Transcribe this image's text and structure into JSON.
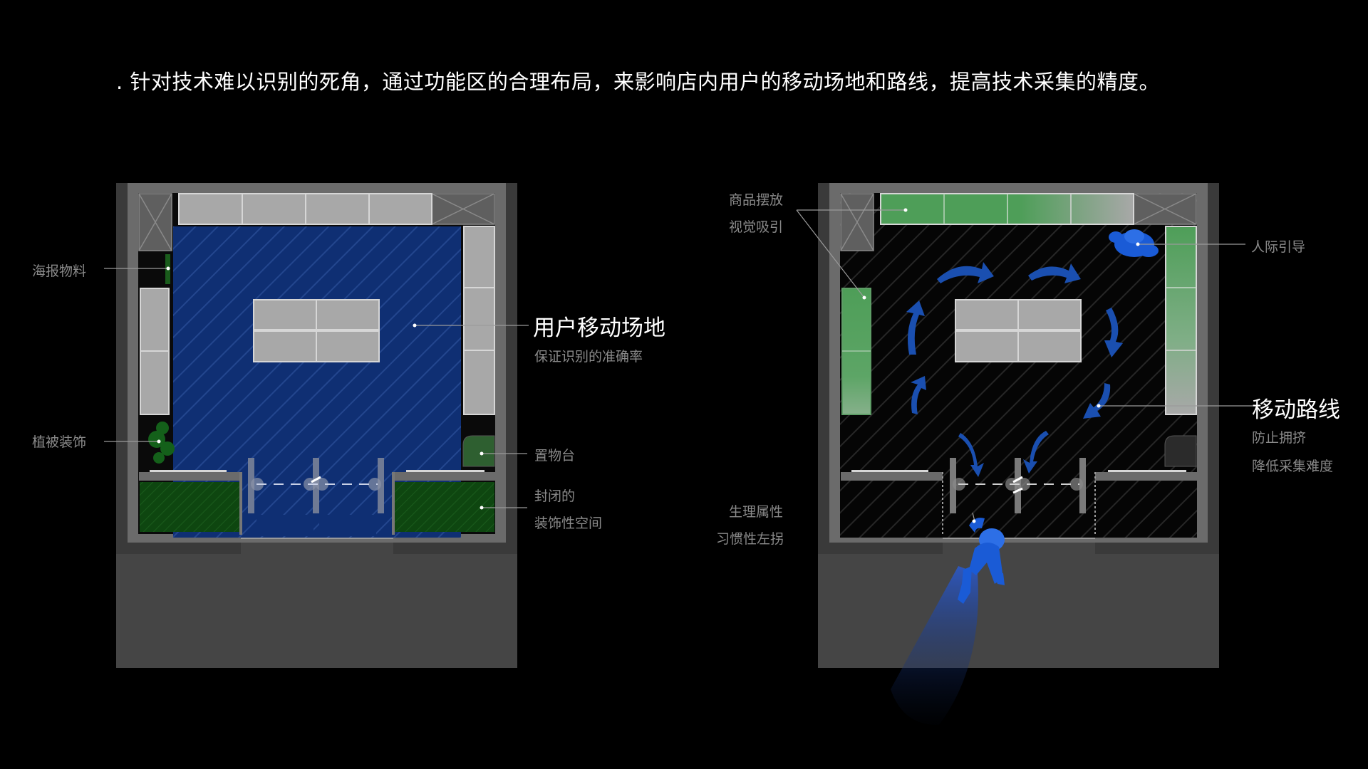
{
  "header": {
    "title": ". 针对技术难以识别的死角，通过功能区的合理布局，来影响店内用户的移动场地和路线，提高技术采集的精度。"
  },
  "left_plan": {
    "labels": {
      "poster": "海报物料",
      "plants": "植被装饰",
      "area_title": "用户移动场地",
      "area_sub": "保证识别的准确率",
      "shelf": "置物台",
      "closed_line1": "封闭的",
      "closed_line2": "装饰性空间"
    }
  },
  "right_plan": {
    "labels": {
      "goods_line1": "商品摆放",
      "goods_line2": "视觉吸引",
      "people": "人际引导",
      "route_title": "移动路线",
      "route_sub1": "防止拥挤",
      "route_sub2": "降低采集难度",
      "habit_line1": "生理属性",
      "habit_line2": "习惯性左拐"
    }
  },
  "colors": {
    "background": "#000000",
    "wall": "#6b6b6b",
    "shelf": "#a8a8a8",
    "floor_blue": "#0f2f73",
    "plant_green": "#0f4a12",
    "shelf_green": "#4e9e58",
    "route_blue": "#1a4fb0",
    "person_blue": "#1a5bd6",
    "street": "#454545",
    "muted_text": "#8a8a8a"
  }
}
